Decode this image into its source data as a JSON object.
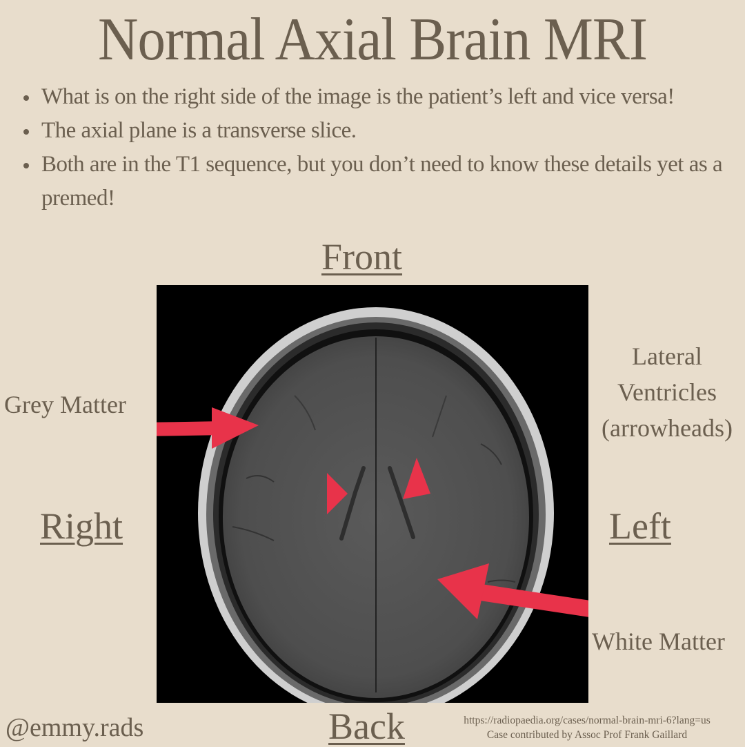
{
  "title": "Normal Axial Brain MRI",
  "bullets": [
    "What is on the right side of the image is the patient’s left and vice versa!",
    "The axial plane is a transverse slice.",
    "Both are in the T1 sequence, but you don’t need to know these details yet as a premed!"
  ],
  "orientation": {
    "front": "Front",
    "back": "Back",
    "right": "Right",
    "left": "Left"
  },
  "annotations": {
    "grey_matter": "Grey Matter",
    "lateral_ventricles_line1": "Lateral",
    "lateral_ventricles_line2": "Ventricles",
    "lateral_ventricles_line3": "(arrowheads)",
    "white_matter": "White Matter"
  },
  "footer": {
    "handle": "@emmy.rads",
    "source_url": "https://radiopaedia.org/cases/normal-brain-mri-6?lang=us",
    "credit": "Case contributed by Assoc Prof Frank Gaillard"
  },
  "colors": {
    "background": "#e8ddcc",
    "text": "#6b5f4f",
    "arrow": "#e8334a",
    "image_bg": "#000000"
  }
}
